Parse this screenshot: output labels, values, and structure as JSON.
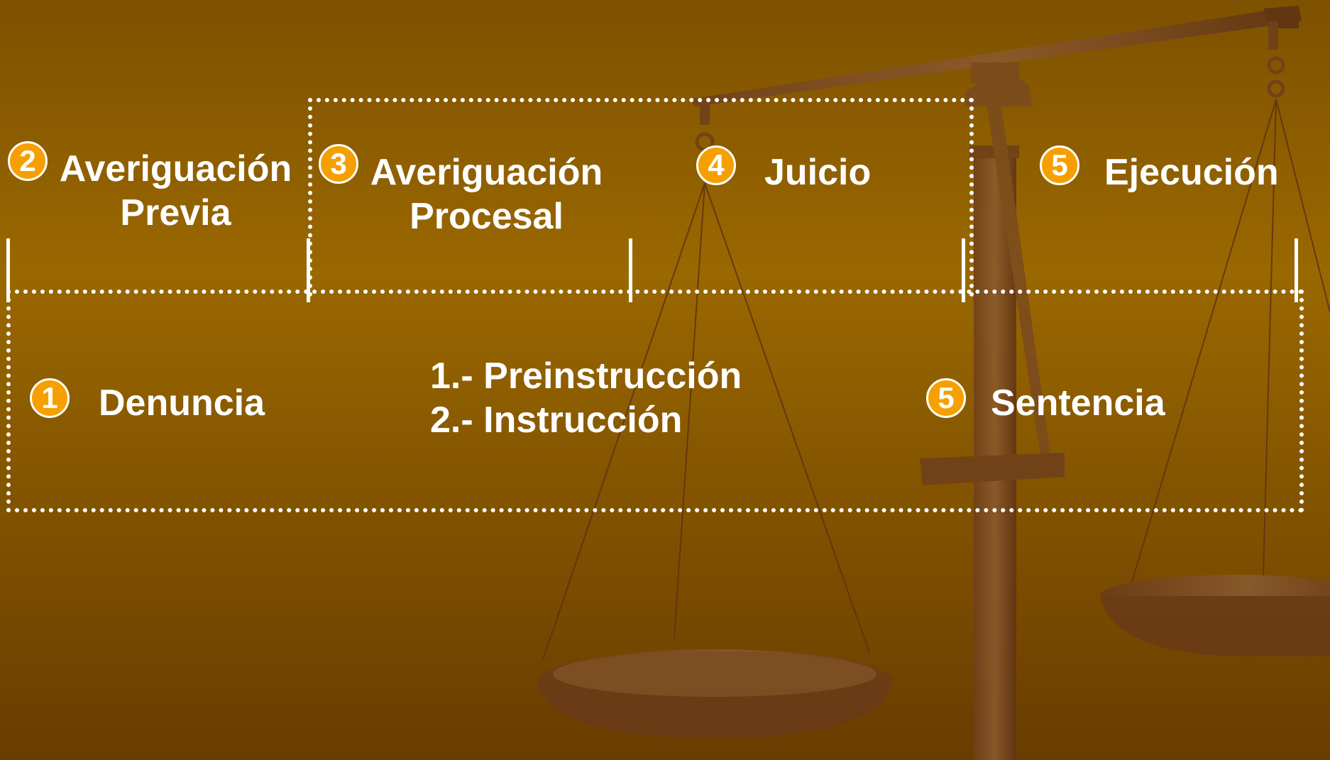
{
  "colors": {
    "background_top": "#7e5100",
    "background_mid": "#9a6800",
    "background_bottom": "#6a3c00",
    "badge_fill": "#f5a000",
    "text": "#ffffff",
    "scale_wood": "#7a4a20"
  },
  "decoration": {
    "background_image": "scale-of-justice"
  },
  "stages": [
    {
      "number": "2",
      "line1": "Averiguación",
      "line2": "Previa"
    },
    {
      "number": "3",
      "line1": "Averiguación",
      "line2": "Procesal"
    },
    {
      "number": "4",
      "line1": "Juicio",
      "line2": ""
    },
    {
      "number": "5",
      "line1": "Ejecución",
      "line2": ""
    }
  ],
  "bottom": {
    "start": {
      "number": "1",
      "label": "Denuncia"
    },
    "steps": [
      "1.- Preinstrucción",
      "2.- Instrucción"
    ],
    "end": {
      "number": "5",
      "label": "Sentencia"
    }
  }
}
